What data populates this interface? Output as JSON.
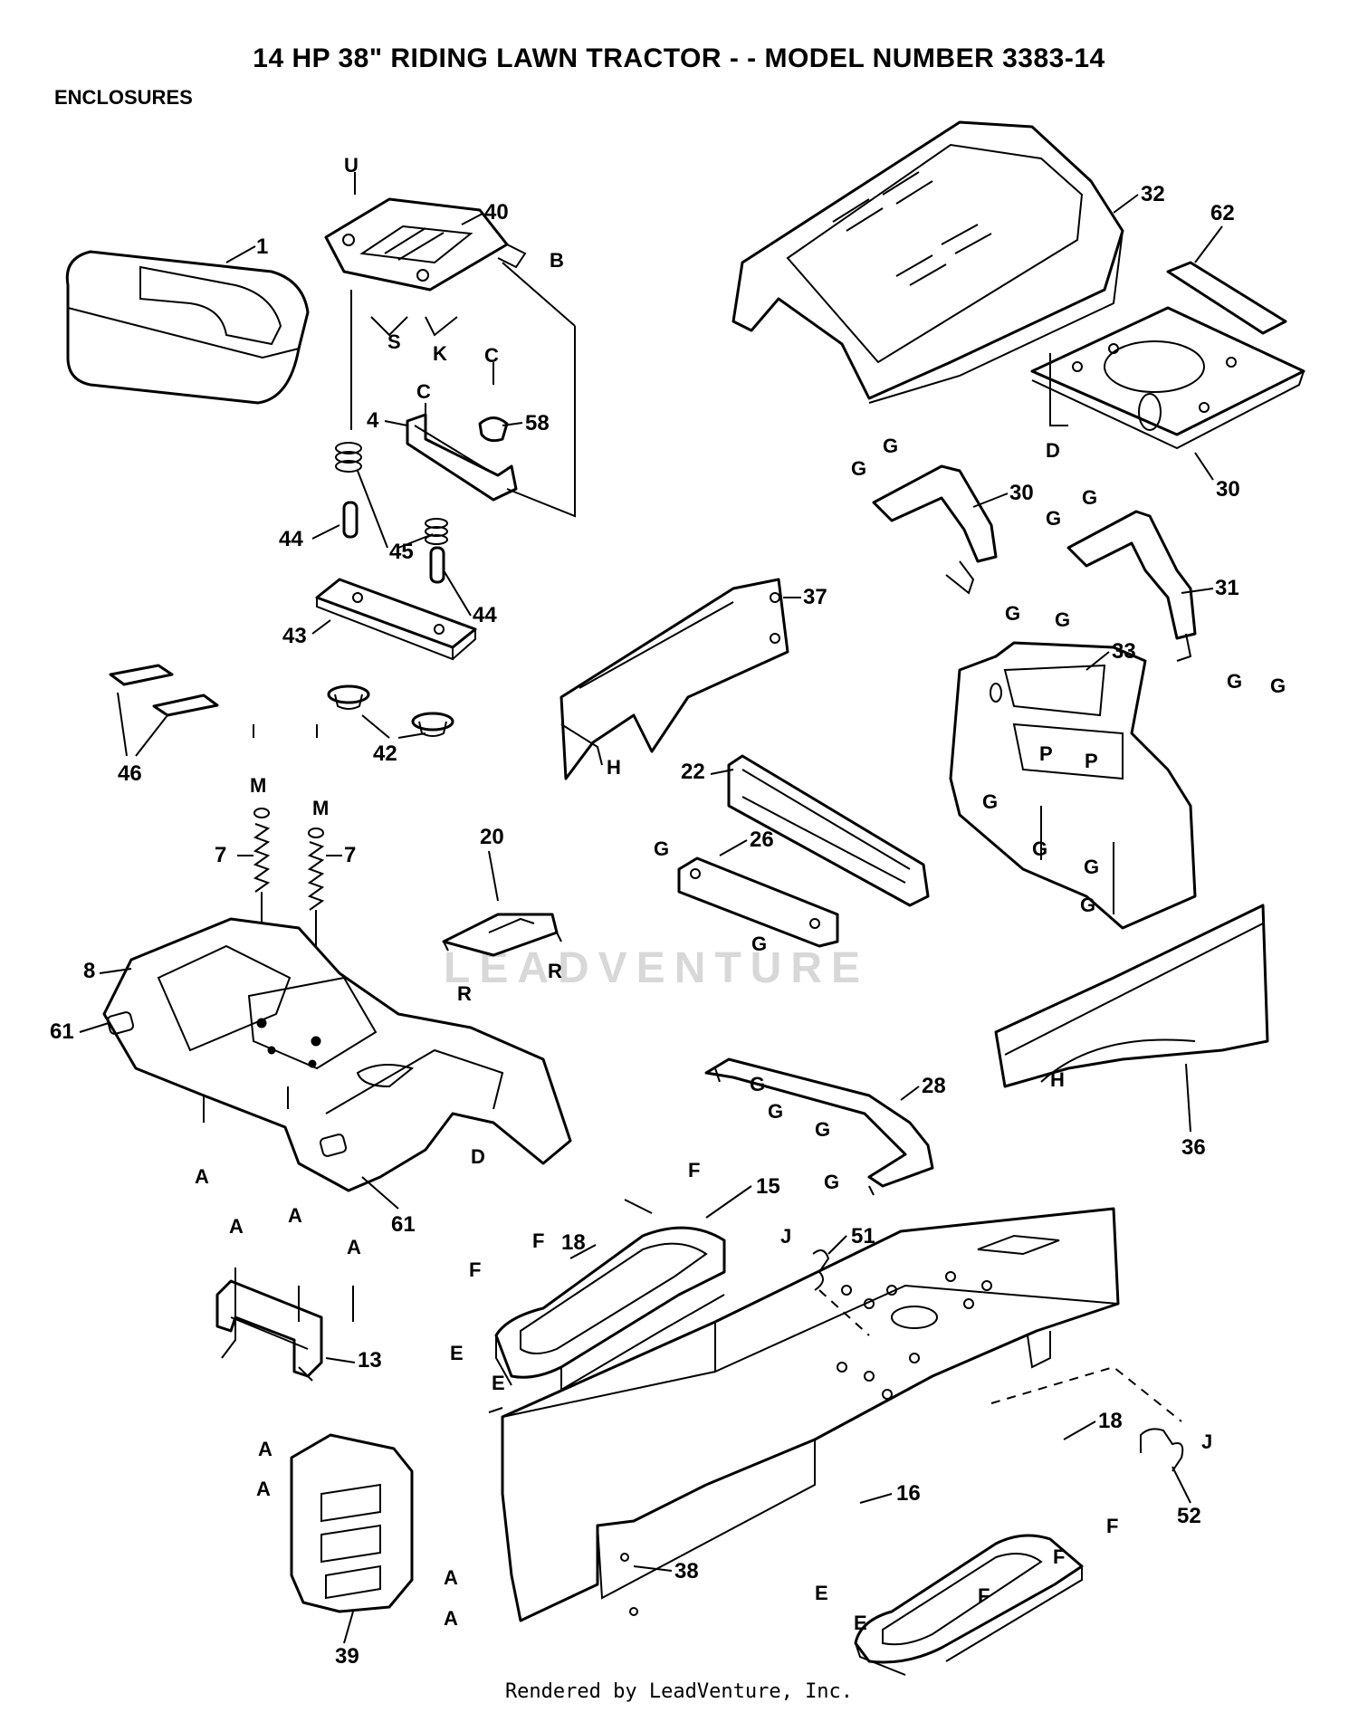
{
  "header": {
    "title": "14 HP 38\" RIDING LAWN TRACTOR - - MODEL NUMBER 3383-14",
    "subtitle": "ENCLOSURES"
  },
  "footer": {
    "text": "Rendered by LeadVenture, Inc."
  },
  "watermark": {
    "text": "LEADVENTURE"
  },
  "callouts": [
    {
      "id": "c1",
      "text": "1"
    },
    {
      "id": "c40",
      "text": "40"
    },
    {
      "id": "c32",
      "text": "32"
    },
    {
      "id": "c62",
      "text": "62"
    },
    {
      "id": "c4",
      "text": "4"
    },
    {
      "id": "c58",
      "text": "58"
    },
    {
      "id": "c30a",
      "text": "30"
    },
    {
      "id": "c30b",
      "text": "30"
    },
    {
      "id": "c44a",
      "text": "44"
    },
    {
      "id": "c45",
      "text": "45"
    },
    {
      "id": "c44b",
      "text": "44"
    },
    {
      "id": "c31",
      "text": "31"
    },
    {
      "id": "c43",
      "text": "43"
    },
    {
      "id": "c37",
      "text": "37"
    },
    {
      "id": "c33",
      "text": "33"
    },
    {
      "id": "c46",
      "text": "46"
    },
    {
      "id": "c42",
      "text": "42"
    },
    {
      "id": "c22",
      "text": "22"
    },
    {
      "id": "c26",
      "text": "26"
    },
    {
      "id": "c7a",
      "text": "7"
    },
    {
      "id": "c7b",
      "text": "7"
    },
    {
      "id": "c20",
      "text": "20"
    },
    {
      "id": "c8",
      "text": "8"
    },
    {
      "id": "c61a",
      "text": "61"
    },
    {
      "id": "c61b",
      "text": "61"
    },
    {
      "id": "c28",
      "text": "28"
    },
    {
      "id": "c36",
      "text": "36"
    },
    {
      "id": "c15",
      "text": "15"
    },
    {
      "id": "c18a",
      "text": "18"
    },
    {
      "id": "c51",
      "text": "51"
    },
    {
      "id": "c13",
      "text": "13"
    },
    {
      "id": "c18b",
      "text": "18"
    },
    {
      "id": "c16",
      "text": "16"
    },
    {
      "id": "c52",
      "text": "52"
    },
    {
      "id": "c38",
      "text": "38"
    },
    {
      "id": "c39",
      "text": "39"
    }
  ],
  "refs": [
    {
      "id": "rU",
      "text": "U"
    },
    {
      "id": "rB",
      "text": "B"
    },
    {
      "id": "rS",
      "text": "S"
    },
    {
      "id": "rK",
      "text": "K"
    },
    {
      "id": "rC1",
      "text": "C"
    },
    {
      "id": "rC2",
      "text": "C"
    },
    {
      "id": "rD1",
      "text": "D"
    },
    {
      "id": "rG1",
      "text": "G"
    },
    {
      "id": "rG2",
      "text": "G"
    },
    {
      "id": "rG3",
      "text": "G"
    },
    {
      "id": "rG4",
      "text": "G"
    },
    {
      "id": "rG5",
      "text": "G"
    },
    {
      "id": "rG6",
      "text": "G"
    },
    {
      "id": "rG7",
      "text": "G"
    },
    {
      "id": "rG8",
      "text": "G"
    },
    {
      "id": "rG9",
      "text": "G"
    },
    {
      "id": "rG10",
      "text": "G"
    },
    {
      "id": "rP1",
      "text": "P"
    },
    {
      "id": "rP2",
      "text": "P"
    },
    {
      "id": "rH1",
      "text": "H"
    },
    {
      "id": "rG11",
      "text": "G"
    },
    {
      "id": "rG12",
      "text": "G"
    },
    {
      "id": "rG13",
      "text": "G"
    },
    {
      "id": "rG14",
      "text": "G"
    },
    {
      "id": "rM1",
      "text": "M"
    },
    {
      "id": "rM2",
      "text": "M"
    },
    {
      "id": "rR1",
      "text": "R"
    },
    {
      "id": "rR2",
      "text": "R"
    },
    {
      "id": "rH2",
      "text": "H"
    },
    {
      "id": "rG15",
      "text": "G"
    },
    {
      "id": "rG16",
      "text": "G"
    },
    {
      "id": "rG17",
      "text": "G"
    },
    {
      "id": "rG18",
      "text": "G"
    },
    {
      "id": "rD2",
      "text": "D"
    },
    {
      "id": "rA1",
      "text": "A"
    },
    {
      "id": "rA2",
      "text": "A"
    },
    {
      "id": "rA3",
      "text": "A"
    },
    {
      "id": "rA4",
      "text": "A"
    },
    {
      "id": "rF1",
      "text": "F"
    },
    {
      "id": "rF2",
      "text": "F"
    },
    {
      "id": "rF3",
      "text": "F"
    },
    {
      "id": "rE1",
      "text": "E"
    },
    {
      "id": "rE2",
      "text": "E"
    },
    {
      "id": "rJ1",
      "text": "J"
    },
    {
      "id": "rJ2",
      "text": "J"
    },
    {
      "id": "rA5",
      "text": "A"
    },
    {
      "id": "rA6",
      "text": "A"
    },
    {
      "id": "rA7",
      "text": "A"
    },
    {
      "id": "rA8",
      "text": "A"
    },
    {
      "id": "rF4",
      "text": "F"
    },
    {
      "id": "rF5",
      "text": "F"
    },
    {
      "id": "rF6",
      "text": "F"
    },
    {
      "id": "rE3",
      "text": "E"
    },
    {
      "id": "rE4",
      "text": "E"
    }
  ]
}
